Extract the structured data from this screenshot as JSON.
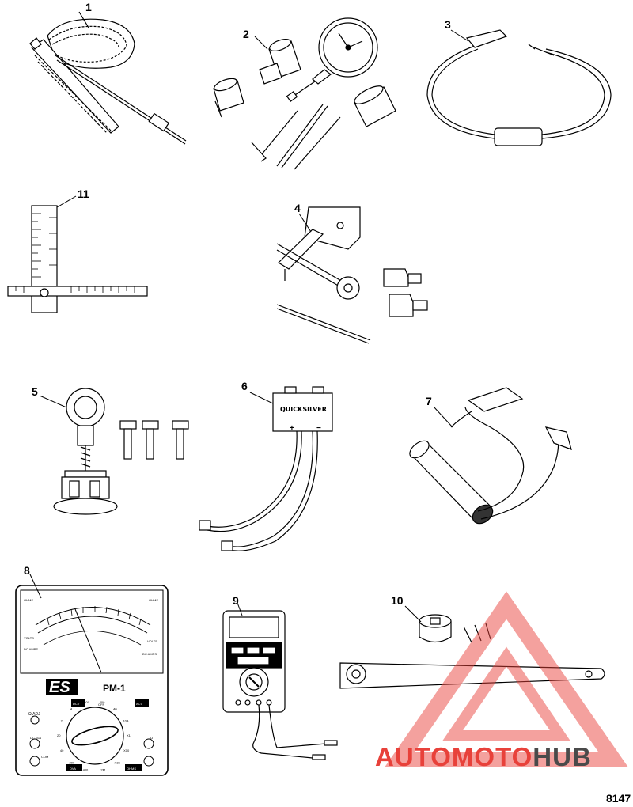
{
  "callouts": {
    "n1": "1",
    "n2": "2",
    "n3": "3",
    "n4": "4",
    "n5": "5",
    "n6": "6",
    "n7": "7",
    "n8": "8",
    "n9": "9",
    "n10": "10",
    "n11": "11"
  },
  "box6_label": "QUICKSILVER",
  "box6_plus": "+",
  "box6_minus": "−",
  "meter8": {
    "logo": "ES",
    "model": "PM-1",
    "dcv": "DCV",
    "acv": "ACV",
    "off": "OFF",
    "ohm_adj": "Ω ADJ",
    "dc10a": "DC 10A",
    "com": "COM",
    "dva": "DVA",
    "ohms": "OHMS",
    "ohm_label": "Ω",
    "scale_ohms": "OHMS",
    "scale_volts": "VOLTS",
    "scale_dcamps": "DC AMPS",
    "dial_labels": [
      "400",
      "200",
      "40",
      "20",
      "2",
      "4",
      "200",
      "400",
      "40",
      "10A",
      "X1",
      "X10",
      "X1K",
      "2M"
    ]
  },
  "watermark": {
    "part1": "AUTO",
    "part2": "MOTO",
    "part3": "HUB",
    "color_red": "#e8413a",
    "color_gray": "#4a4a4a"
  },
  "figure_id": "8147"
}
